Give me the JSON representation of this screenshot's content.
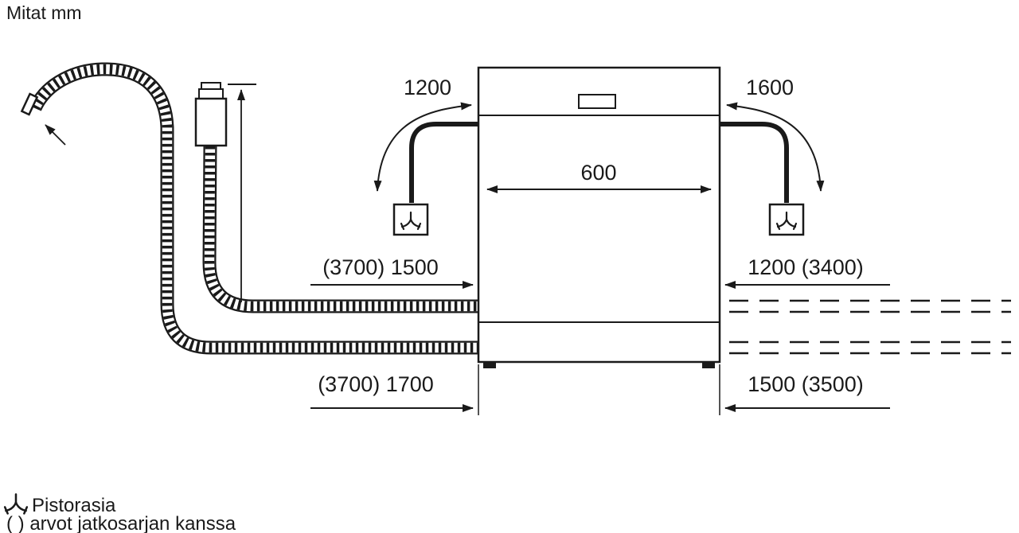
{
  "title": "Mitat mm",
  "colors": {
    "ink": "#1a1a1a",
    "background": "#ffffff"
  },
  "dimensions": {
    "appliance_width": "600",
    "cord_left": "1200",
    "cord_right": "1600",
    "supply_hose": "(3700) 1500",
    "right_top": "1200 (3400)",
    "drain_hose": "(3700) 1700",
    "right_bottom": "1500 (3500)"
  },
  "legend": {
    "socket": "Pistorasia",
    "note": "( ) arvot jatkosarjan kanssa"
  },
  "icons": {
    "socket_symbol": "socket-icon"
  }
}
